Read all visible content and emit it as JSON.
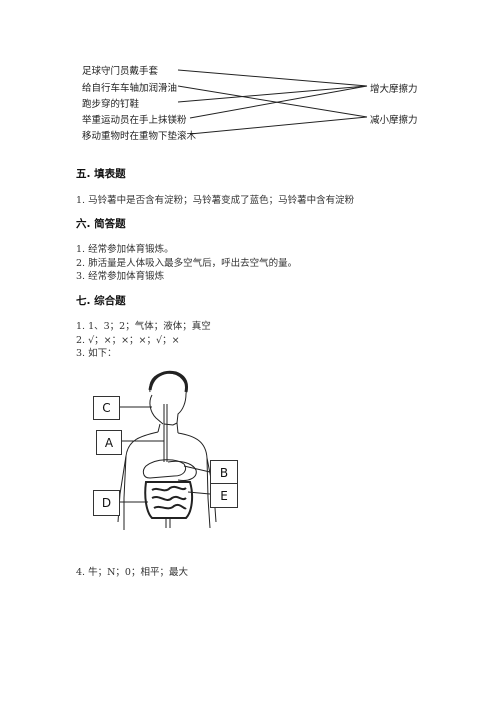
{
  "matching": {
    "left": [
      "足球守门员戴手套",
      "给自行车车轴加润滑油",
      "跑步穿的钉鞋",
      "举重运动员在手上抹镁粉",
      "移动重物时在重物下垫滚木"
    ],
    "right": [
      "增大摩擦力",
      "减小摩擦力"
    ]
  },
  "section5": {
    "title": "五. 填表题",
    "lines": [
      "1. 马铃薯中是否含有淀粉；马铃薯变成了蓝色；马铃薯中含有淀粉"
    ]
  },
  "section6": {
    "title": "六. 简答题",
    "lines": [
      "1. 经常参加体育锻炼。",
      "2. 肺活量是人体吸入最多空气后，呼出去空气的量。",
      "3. 经常参加体育锻炼"
    ]
  },
  "section7": {
    "title": "七. 综合题",
    "lines": [
      "1. 1、3；2；气体；液体；真空",
      "2. √；×；×；×；√；×",
      "3. 如下："
    ],
    "figure_labels": [
      "C",
      "A",
      "B",
      "D",
      "E"
    ],
    "last_line": "4. 牛；N；0；相平；最大"
  }
}
